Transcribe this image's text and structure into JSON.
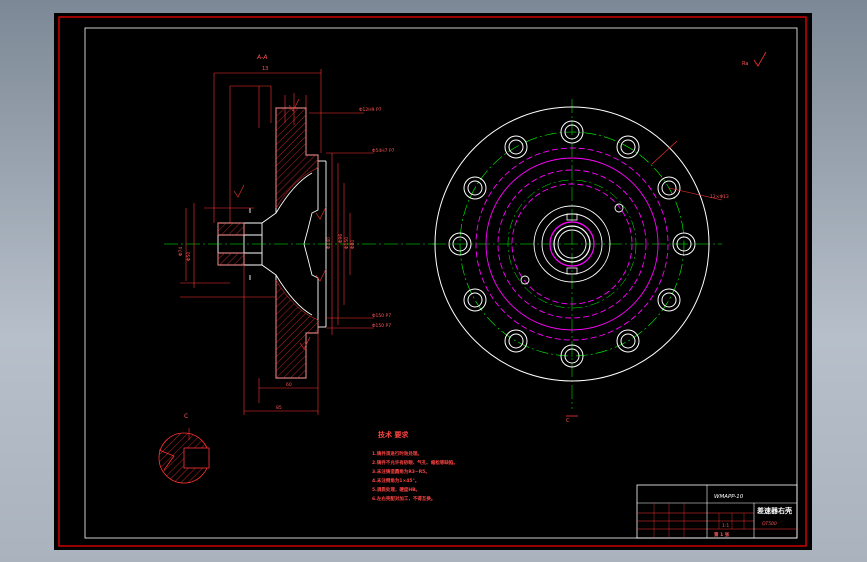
{
  "drawing": {
    "section_label": "A-A",
    "roughness_note": "Ra",
    "section_detail_label": "C",
    "part_code": "WMAPP-10",
    "drawing_title": "差速器右壳",
    "material": "QT500",
    "scale_label": "1:1",
    "sheet_label": "第 1 张",
    "dimensions": {
      "overall_width": "13",
      "hub_length": "85",
      "length_60": "60",
      "diameter_bore": "Φ50",
      "dia_a": "Φ74",
      "dia_b": "Φ96",
      "dia_c": "Φ150",
      "dia_d": "Φ80",
      "dia_e": "Φ240",
      "holes_note": "12×Φ13",
      "tol_1": "Φ12H9 P7",
      "tol_2": "Φ54H7 P7",
      "tol_3": "Φ150 P7",
      "tol_4": "Φ150 P7"
    },
    "technical_requirements": {
      "heading": "技术 要求",
      "items": [
        "1.铸件须进行时效处理。",
        "2.铸件不允许有砂眼、气孔、缩松等缺陷。",
        "3.未注铸造圆角为R3~R5。",
        "4.未注倒角为1×45°。",
        "5.调质处理，硬度HB。",
        "6.左右壳配对加工，不得互换。"
      ]
    }
  },
  "colors": {
    "outline": "#ff0000",
    "part": "#ffffff",
    "centerline": "#00ff00",
    "hidden": "#ff00ff",
    "dimension": "#ff3333"
  }
}
